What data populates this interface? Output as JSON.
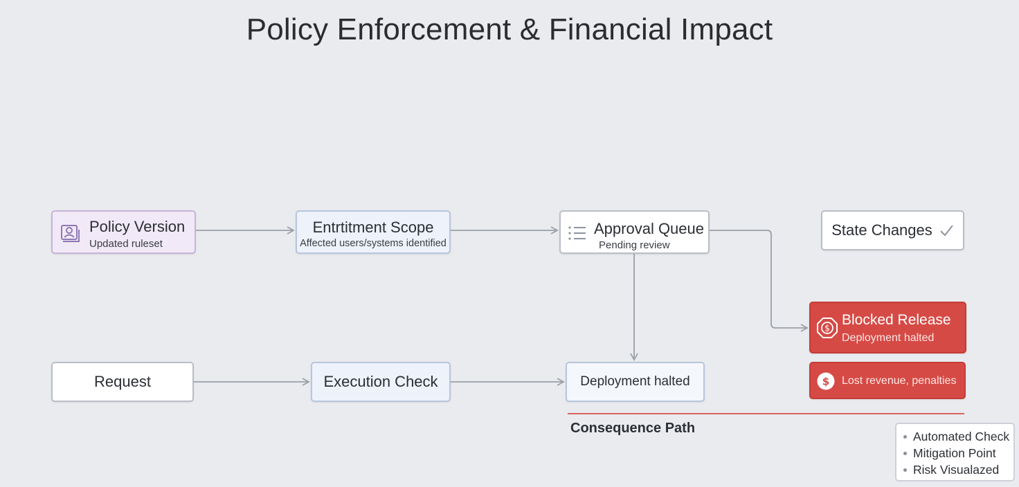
{
  "title": "Policy Enforcement & Financial Impact",
  "nodes": {
    "policy_version": {
      "title": "Policy Version",
      "subtitle": "Updated ruleset",
      "icon": "user-document-icon"
    },
    "entitlement_scope": {
      "title": "Entrtitment Scope",
      "subtitle": "Affected users/systems identified"
    },
    "approval_queue": {
      "title": "Approval Queue",
      "subtitle": "Pending review",
      "icon": "list-icon"
    },
    "state_changes": {
      "title": "State Changes",
      "icon": "checkmark-icon"
    },
    "blocked_release": {
      "title": "Blocked Release",
      "subtitle": "Deployment halted",
      "icon": "dollar-octagon-icon"
    },
    "lost_revenue": {
      "title": "Lost revenue, penalties",
      "icon": "dollar-circle-icon"
    },
    "request": {
      "title": "Request"
    },
    "execution_check": {
      "title": "Execution Check"
    },
    "deployment_halted": {
      "title": "Deployment halted"
    }
  },
  "edges": [
    {
      "from": "policy_version",
      "to": "entitlement_scope"
    },
    {
      "from": "entitlement_scope",
      "to": "approval_queue"
    },
    {
      "from": "approval_queue",
      "to": "blocked_release"
    },
    {
      "from": "approval_queue",
      "to": "deployment_halted"
    },
    {
      "from": "request",
      "to": "execution_check"
    },
    {
      "from": "execution_check",
      "to": "deployment_halted"
    }
  ],
  "consequence_path": {
    "label": "Consequence Path"
  },
  "legend": {
    "items": [
      "Automated Check",
      "Mitigation Point",
      "Risk Visualazed"
    ]
  },
  "colors": {
    "background": "#e9ebef",
    "policy_fill": "#f1e9f7",
    "scope_fill": "#edf2fb",
    "risk_red": "#d64a45",
    "consequence_line": "#d9625e",
    "edge": "#9aa0a8"
  }
}
